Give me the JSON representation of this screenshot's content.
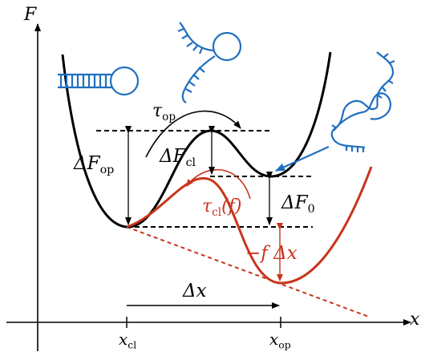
{
  "colors": {
    "black": "#000000",
    "red": "#c8341c",
    "blue": "#1f6fbf"
  },
  "axes": {
    "y_symbol": "F",
    "x_symbol": "x"
  },
  "ticks": {
    "x_cl": {
      "symbol": "x",
      "subscript": "cl"
    },
    "x_op": {
      "symbol": "x",
      "subscript": "op"
    }
  },
  "labels": {
    "tau_op": {
      "symbol": "τ",
      "subscript": "op"
    },
    "dF_op": {
      "symbol": "ΔF",
      "subscript": "op"
    },
    "dF_cl": {
      "symbol": "ΔF",
      "subscript": "cl"
    },
    "dF_0": {
      "symbol": "ΔF",
      "subscript": "0"
    },
    "tau_cl_f": {
      "symbol": "τ",
      "subscript": "cl",
      "suffix": "(f)"
    },
    "minus_f_dx": {
      "text": "−f Δx"
    },
    "dx": {
      "text": "Δx"
    }
  },
  "icons": [
    "hairpin-closed-icon",
    "hairpin-partial-icon",
    "hairpin-open-icon",
    "hairpin-intermediate-icon"
  ]
}
